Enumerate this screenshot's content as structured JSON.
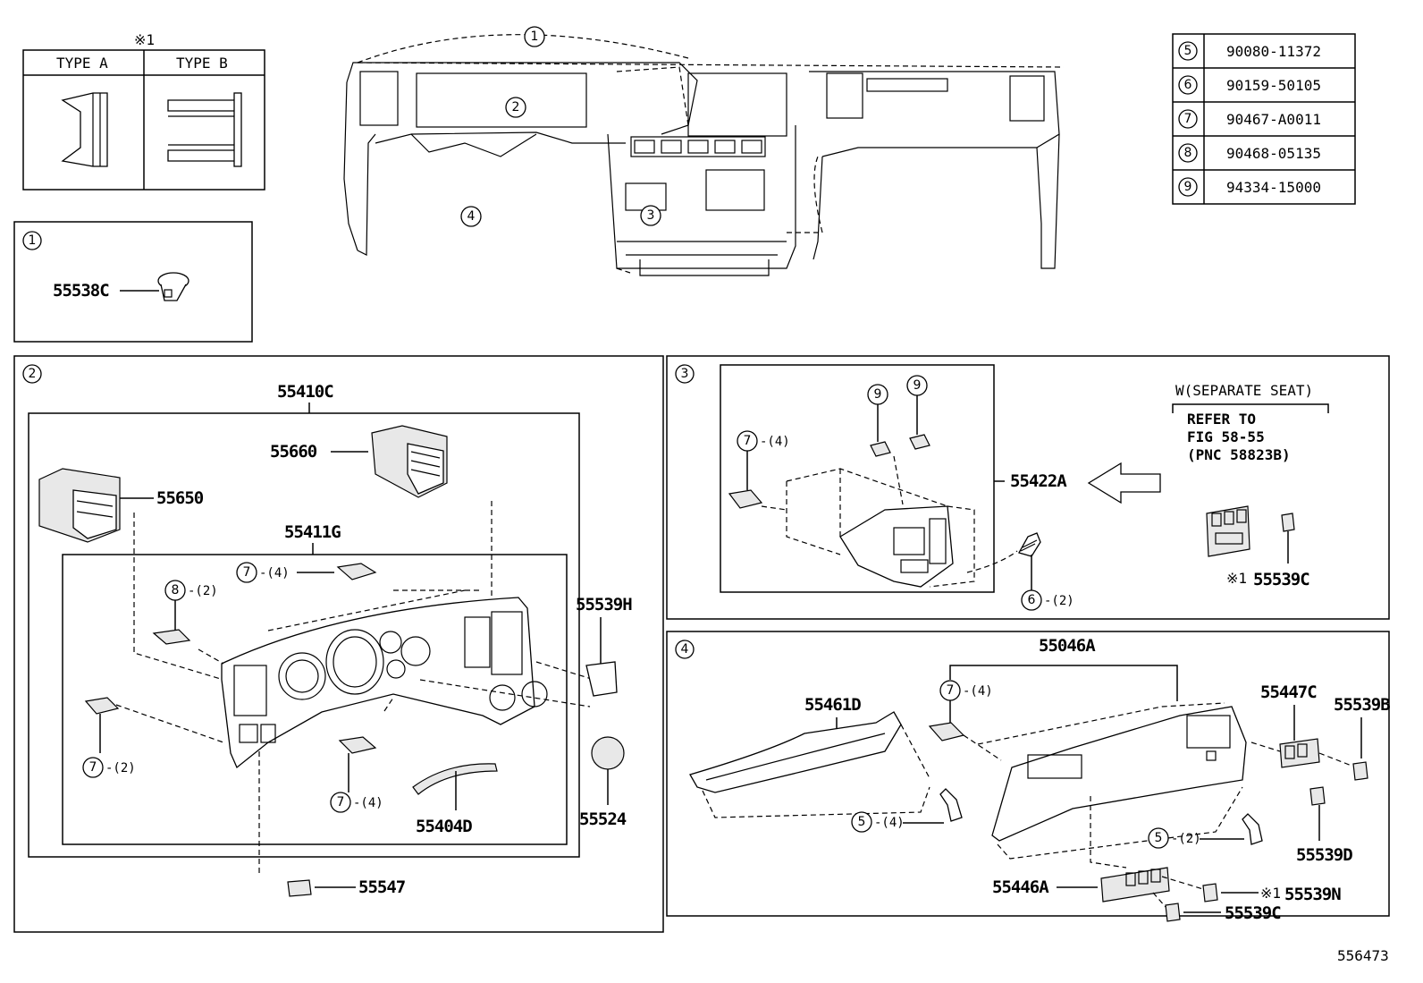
{
  "type_box": {
    "marker": "※1",
    "type_a": "TYPE A",
    "type_b": "TYPE B"
  },
  "callouts": {
    "c1": "1",
    "c2": "2",
    "c3": "3",
    "c4": "4",
    "c5": "5",
    "c6": "6",
    "c7": "7",
    "c8": "8",
    "c9": "9"
  },
  "fastener_table": [
    {
      "ref": "5",
      "part": "90080-11372"
    },
    {
      "ref": "6",
      "part": "90159-50105"
    },
    {
      "ref": "7",
      "part": "90467-A0011"
    },
    {
      "ref": "8",
      "part": "90468-05135"
    },
    {
      "ref": "9",
      "part": "94334-15000"
    }
  ],
  "qty": {
    "q2": "-(2)",
    "q4": "-(4)"
  },
  "panel1": {
    "part": "55538C"
  },
  "panel2": {
    "parts": {
      "p55410C": "55410C",
      "p55660": "55660",
      "p55650": "55650",
      "p55411G": "55411G",
      "p55539H": "55539H",
      "p55524": "55524",
      "p55404D": "55404D",
      "p55547": "55547"
    }
  },
  "panel3": {
    "parts": {
      "p55422A": "55422A",
      "p55539C": "55539C"
    },
    "note_title": "W(SEPARATE SEAT)",
    "note_line1": "REFER TO",
    "note_line2": "FIG 58-55",
    "note_line3": "(PNC 58823B)",
    "marker": "※1"
  },
  "panel4": {
    "parts": {
      "p55046A": "55046A",
      "p55461D": "55461D",
      "p55447C": "55447C",
      "p55539B": "55539B",
      "p55539D": "55539D",
      "p55446A": "55446A",
      "p55539N": "55539N",
      "p55539C": "55539C"
    },
    "marker": "※1"
  },
  "illustration_no": "556473"
}
